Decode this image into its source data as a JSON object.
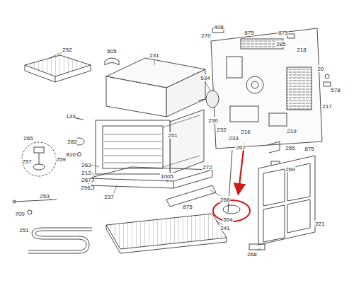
{
  "diagram": {
    "labels": [
      "408",
      "270",
      "875",
      "875",
      "285",
      "218",
      "20",
      "578",
      "217",
      "252",
      "605",
      "231",
      "534",
      "216",
      "219",
      "133",
      "265",
      "282",
      "251",
      "230",
      "232",
      "233",
      "810",
      "257",
      "259",
      "262",
      "255",
      "269",
      "875",
      "263",
      "212",
      "1005",
      "272",
      "267",
      "296",
      "237",
      "875",
      "266",
      "253",
      "700",
      "251",
      "554",
      "221",
      "241",
      "268"
    ]
  }
}
